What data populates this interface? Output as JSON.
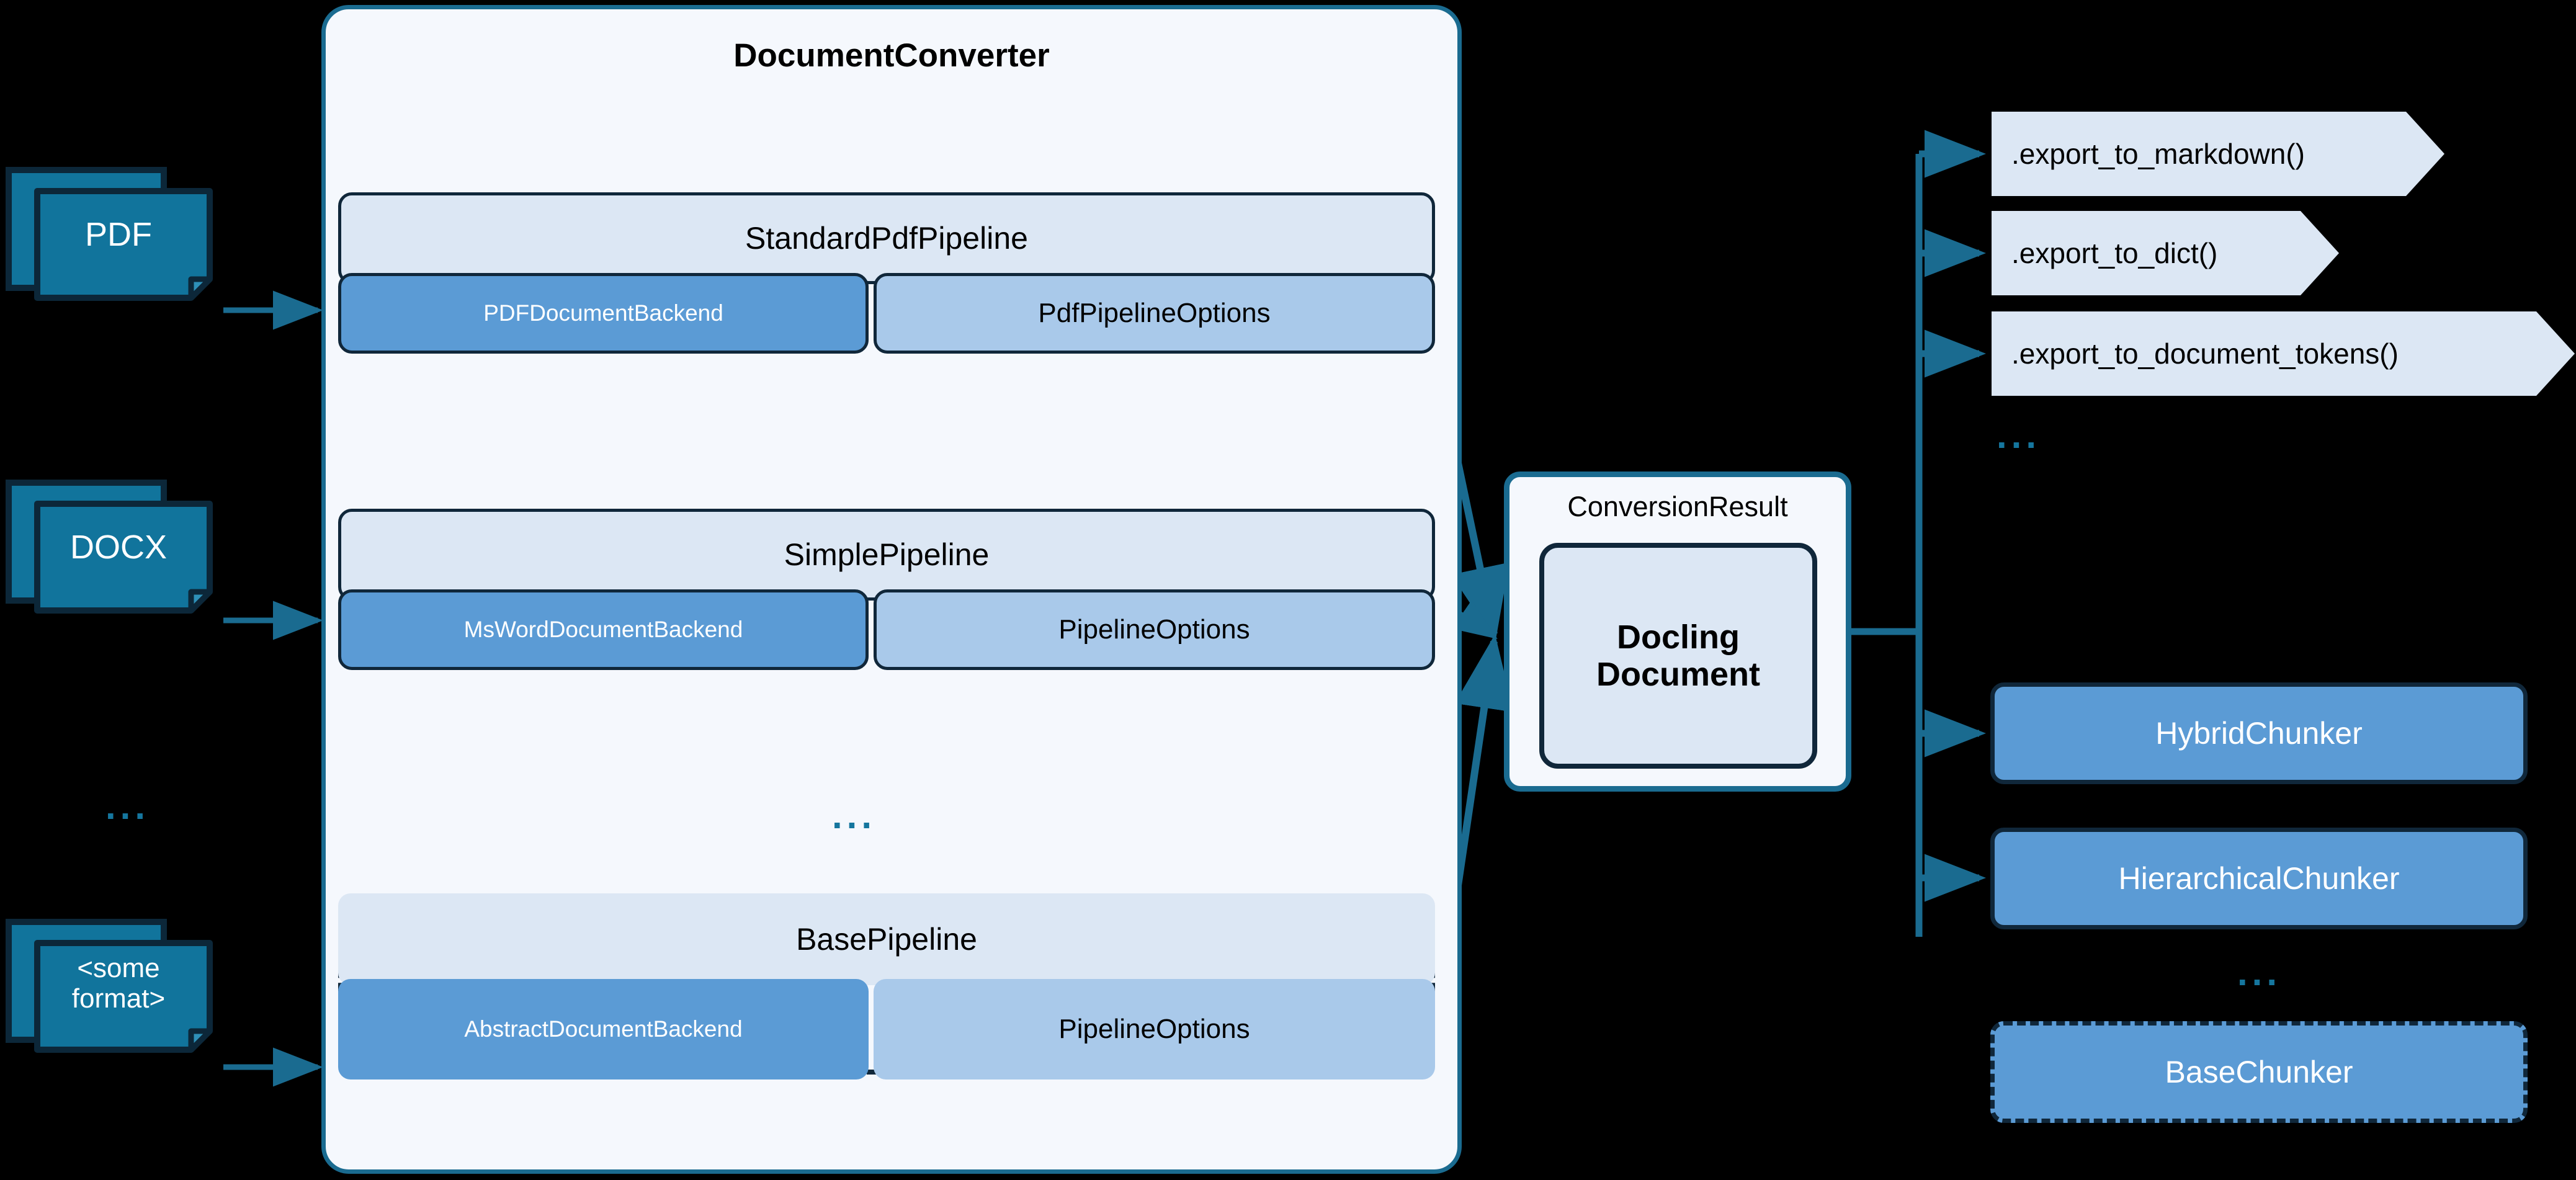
{
  "colors": {
    "background": "#000000",
    "doc_fill": "#11749c",
    "doc_stroke": "#0c2739",
    "edge": "#1a6b90",
    "container_fill": "#f5f8fd",
    "container_stroke": "#1a6b90",
    "pipeline_head_fill": "#dce7f4",
    "backend_fill": "#5b9bd5",
    "options_fill": "#a9c9ea",
    "node_stroke": "#10273a",
    "chunker_fill": "#5b9bd5",
    "ellipsis": "#15769e",
    "text_dark": "#000000",
    "text_light": "#ffffff"
  },
  "inputs": {
    "items": [
      {
        "label": "PDF"
      },
      {
        "label": "DOCX"
      },
      {
        "label": "<some\nformat>"
      }
    ],
    "ellipsis": "..."
  },
  "converter": {
    "title": "DocumentConverter",
    "ellipsis": "...",
    "pipelines": [
      {
        "name": "StandardPdfPipeline",
        "backend": "PDFDocumentBackend",
        "options": "PdfPipelineOptions",
        "abstract": false
      },
      {
        "name": "SimplePipeline",
        "backend": "MsWordDocumentBackend",
        "options": "PipelineOptions",
        "abstract": false
      },
      {
        "name": "BasePipeline",
        "backend": "AbstractDocumentBackend",
        "options": "PipelineOptions",
        "abstract": true
      }
    ]
  },
  "conversion_result": {
    "title": "ConversionResult",
    "document": "Docling\nDocument"
  },
  "exports": {
    "items": [
      {
        "label": ".export_to_markdown()"
      },
      {
        "label": ".export_to_dict()"
      },
      {
        "label": ".export_to_document_tokens()"
      }
    ],
    "ellipsis": "..."
  },
  "chunkers": {
    "items": [
      {
        "label": "HybridChunker",
        "abstract": false
      },
      {
        "label": "HierarchicalChunker",
        "abstract": false
      },
      {
        "label": "BaseChunker",
        "abstract": true
      }
    ],
    "ellipsis": "..."
  }
}
